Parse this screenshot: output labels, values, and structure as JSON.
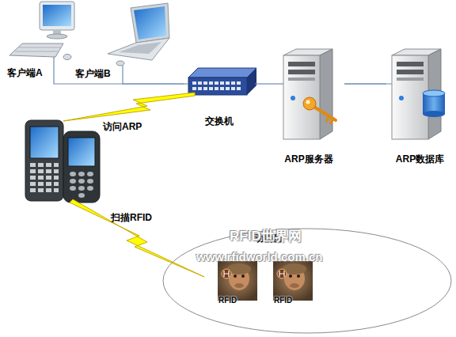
{
  "diagram": {
    "nodes": [
      {
        "text": [
          "客户端A"
        ]
      },
      {
        "text": [
          "客户端B"
        ]
      },
      {
        "text": [
          "交换机"
        ]
      },
      {
        "text": [
          "ARP服务器"
        ]
      },
      {
        "text": [
          "ARP数据库"
        ]
      },
      {
        "text": [
          "动物房"
        ]
      },
      {
        "text": [
          "RFID"
        ],
        "in": 5
      },
      {
        "text": [
          "RFID"
        ],
        "in": 5
      }
    ],
    "edges": [
      {
        "from": 0,
        "to": 2,
        "arrow": "none"
      },
      {
        "from": 1,
        "to": 2,
        "arrow": "none"
      },
      {
        "from": 2,
        "to": 3,
        "arrow": "none"
      },
      {
        "from": 3,
        "to": 4,
        "arrow": "none"
      }
    ],
    "labels": [
      "访问ARP",
      "扫描RFID",
      "RFID世界网",
      "www.rfidworld.com.cn"
    ]
  }
}
